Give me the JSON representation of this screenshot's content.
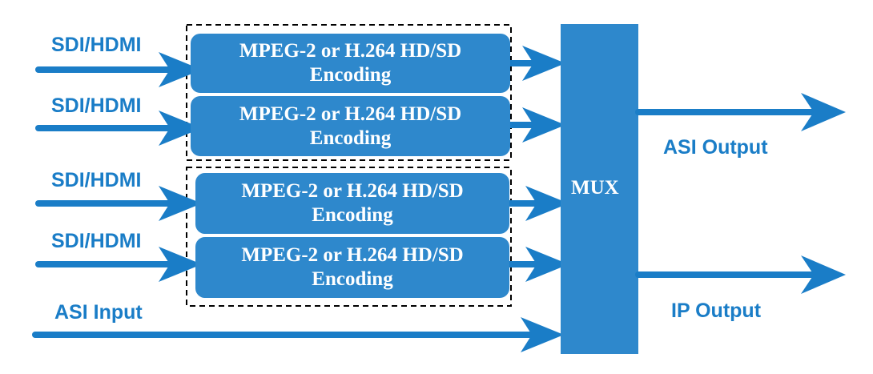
{
  "colors": {
    "arrow": "#1a7dc7",
    "box": "#2e88cc",
    "mux": "#2e88cc",
    "label": "#1a7dc7"
  },
  "inputs": [
    {
      "label": "SDI/HDMI"
    },
    {
      "label": "SDI/HDMI"
    },
    {
      "label": "SDI/HDMI"
    },
    {
      "label": "SDI/HDMI"
    },
    {
      "label": "ASI Input"
    }
  ],
  "encoders": [
    {
      "line1": "MPEG-2 or H.264 HD/SD",
      "line2": "Encoding"
    },
    {
      "line1": "MPEG-2 or H.264 HD/SD",
      "line2": "Encoding"
    },
    {
      "line1": "MPEG-2 or H.264 HD/SD",
      "line2": "Encoding"
    },
    {
      "line1": "MPEG-2 or H.264 HD/SD",
      "line2": "Encoding"
    }
  ],
  "mux": {
    "label": "MUX"
  },
  "outputs": [
    {
      "label": "ASI Output"
    },
    {
      "label": "IP Output"
    }
  ]
}
